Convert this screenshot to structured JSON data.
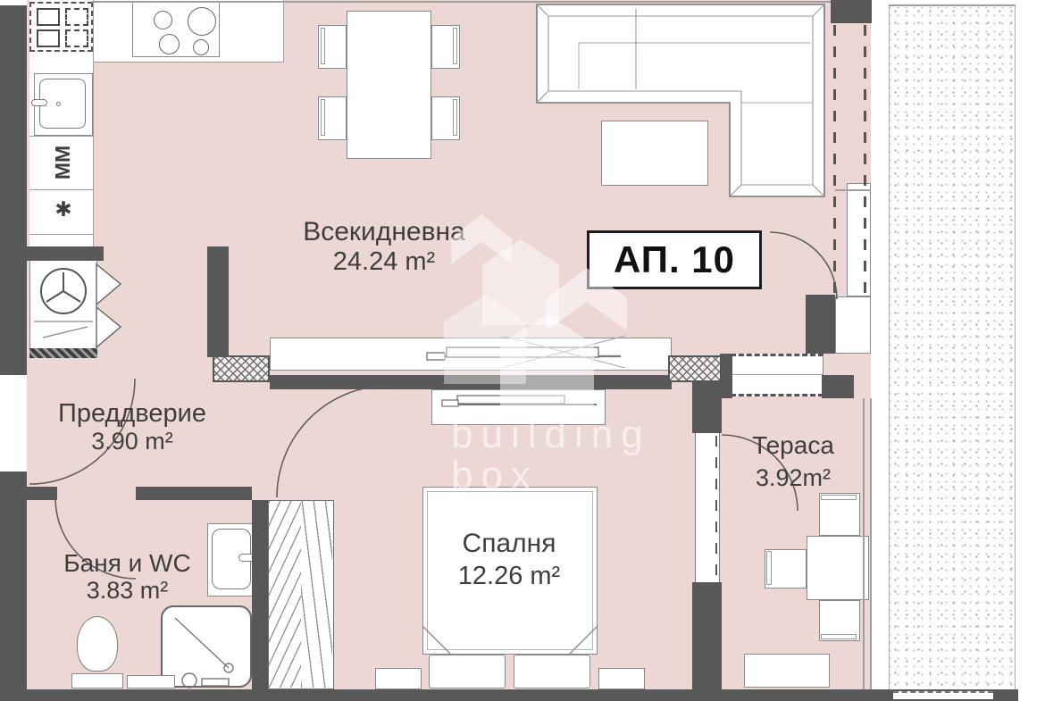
{
  "apartment": {
    "badge": "АП. 10"
  },
  "rooms": {
    "living": {
      "name": "Всекидневна",
      "area": "24.24 m²"
    },
    "hallway": {
      "name": "Преддверие",
      "area": "3.90 m²"
    },
    "bathroom": {
      "name": "Баня и WC",
      "area": "3.83 m²"
    },
    "bedroom": {
      "name": "Спалня",
      "area": "12.26 m²"
    },
    "terrace": {
      "name": "Тераса",
      "area": "3.92m²"
    }
  },
  "appliances": {
    "microwave_label": "ММ",
    "freezer_label": "✱"
  },
  "watermark": {
    "line1": "building",
    "line2": "box"
  },
  "colors": {
    "room_fill": "#ecd7d4",
    "wall": "#585858",
    "outline": "#7b7b7b",
    "label_text": "#3e3e3e",
    "badge_border": "#1c1c1c",
    "watermark_white": "rgba(255,255,255,0.55)"
  }
}
